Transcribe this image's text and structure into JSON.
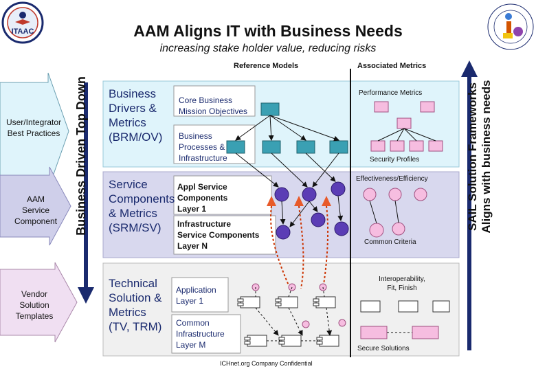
{
  "title": "AAM Aligns IT with Business Needs",
  "subtitle": "increasing stake holder value, reducing risks",
  "left_vertical_label": "Business Driven Top Down",
  "right_vertical_label_1": "SAIL Solution Frameworks",
  "right_vertical_label_2": "Aligns with business needs",
  "left_arrows": {
    "top": [
      "User/Integrator",
      "Best Practices"
    ],
    "middle": [
      "AAM",
      "Service",
      "Component"
    ],
    "bottom": [
      "Vendor",
      "Solution",
      "Templates"
    ]
  },
  "column_headers": {
    "reference_models": "Reference Models",
    "associated_metrics": "Associated Metrics"
  },
  "bands": {
    "business": {
      "title": [
        "Business",
        "Drivers &",
        "Metrics",
        "(BRM/OV)"
      ],
      "layer1": [
        "Core Business",
        "Mission Objectives"
      ],
      "layer2": [
        "Business",
        "Processes &",
        "Infrastructure"
      ],
      "metric_top": "Performance Metrics",
      "metric_bottom": "Security Profiles"
    },
    "service": {
      "title": [
        "Service",
        "Components",
        "& Metrics",
        "(SRM/SV)"
      ],
      "layer1": [
        "Appl Service",
        "Components",
        "Layer 1"
      ],
      "layer2": [
        "Infrastructure",
        "Service Components",
        "Layer N"
      ],
      "metric_top": "Effectiveness/Efficiency",
      "metric_bottom": "Common Criteria"
    },
    "technical": {
      "title": [
        "Technical",
        "Solution &",
        "Metrics",
        "(TV, TRM)"
      ],
      "layer1": [
        "Application",
        "Layer 1"
      ],
      "layer2": [
        "Common",
        "Infrastructure",
        "Layer M"
      ],
      "metric_top": [
        "Interoperability,",
        "Fit, Finish"
      ],
      "metric_bottom": "Secure Solutions"
    }
  },
  "footer": "ICHnet.org Company Confidential",
  "logos": {
    "left": "ITAAC"
  },
  "colors": {
    "business_band": "#dff4fb",
    "service_band": "#d8d8ee",
    "technical_band": "#f0f0f0",
    "teal_box": "#3aa0b3",
    "purple_circle": "#5b3db5",
    "pink": "#f6bde0",
    "arrow_blue": "#1a2a6e",
    "dotted_red": "#cc3300"
  }
}
